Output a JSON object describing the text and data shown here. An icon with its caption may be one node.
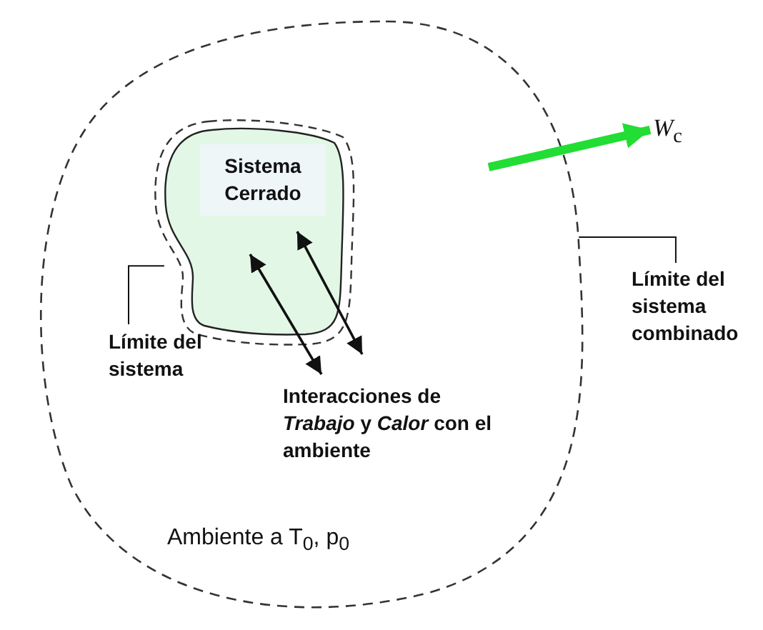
{
  "diagram": {
    "nodes": [
      {
        "text": [
          "Ambiente a T$_{0}$, p$_{0}$"
        ]
      },
      {
        "text": [
          "Sistema Cerrado"
        ],
        "in": 0
      },
      {
        "text": [
          "Límite del sistema"
        ],
        "in": 0
      },
      {
        "text": [
          "Interacciones de *Trabajo* y *Calor* con el ambiente"
        ],
        "in": 0
      },
      {
        "text": [
          "Límite del sistema combinado"
        ]
      },
      {
        "text": [
          "*W*$_{c}$"
        ]
      }
    ],
    "edges": [
      {
        "from": 2,
        "to": 1,
        "arrow": "none"
      },
      {
        "from": 1,
        "to": 3,
        "arrow": "both"
      },
      {
        "from": 1,
        "to": 3,
        "arrow": "both"
      },
      {
        "from": 4,
        "to": 0,
        "arrow": "none"
      },
      {
        "from": null,
        "to": 5,
        "arrow": "to",
        "style": "thick",
        "color": "#22dd33"
      }
    ]
  }
}
